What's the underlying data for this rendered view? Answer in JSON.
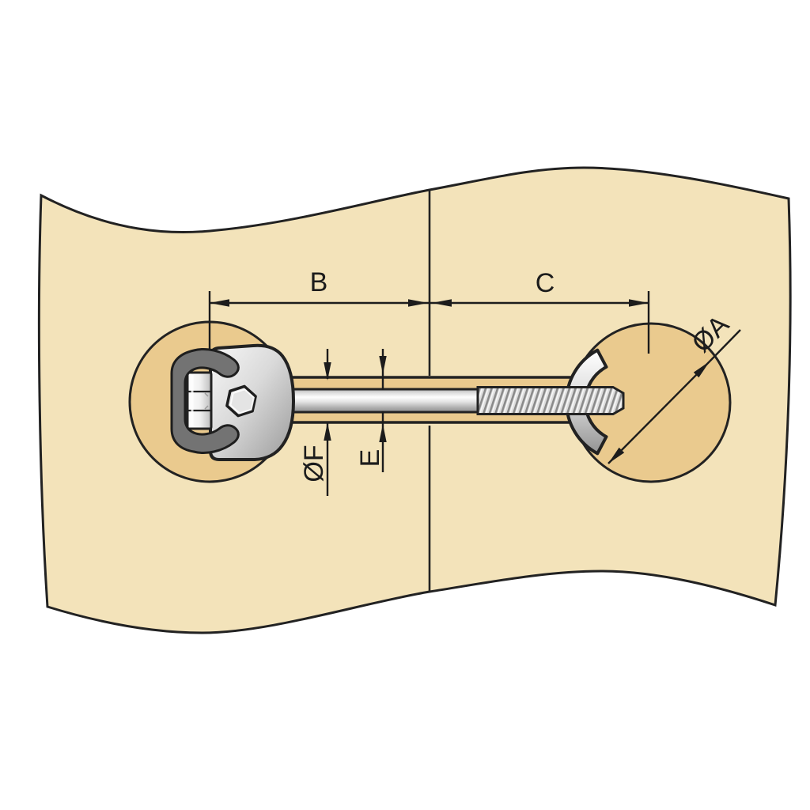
{
  "diagram": {
    "title": "Panel connector bolt cross-section with drilling dimensions",
    "labels": {
      "b": "B",
      "c": "C",
      "a": "ØA",
      "f": "ØF",
      "e": "E"
    },
    "colors": {
      "background": "#ffffff",
      "panel": "#f3e3ba",
      "recess": "#eaca8e",
      "outline": "#222222",
      "dimension": "#1c1c1c",
      "metal_light": "#f6f6f6",
      "metal_dark": "#8f8f8f",
      "clip_gray": "#737373"
    }
  }
}
